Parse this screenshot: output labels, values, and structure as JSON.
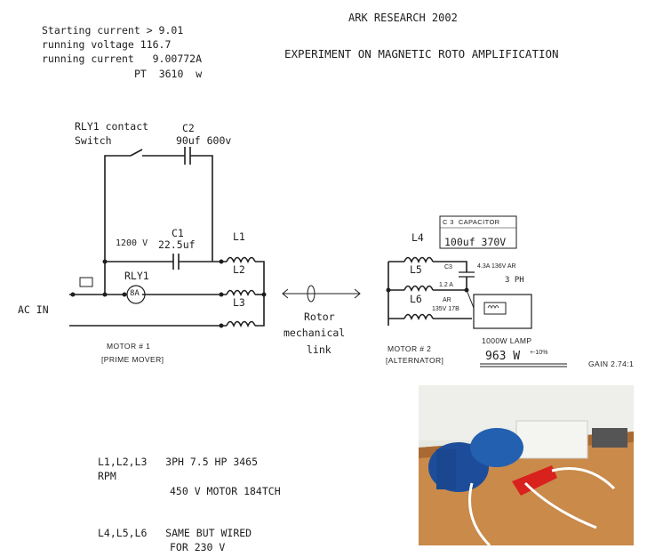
{
  "header": {
    "starting_current": "Starting current > 9.01",
    "running_voltage": "running voltage 116.7",
    "running_current": "running current   9.00772A",
    "pt": "PT  3610  w",
    "org": "ARK RESEARCH 2002",
    "title": "EXPERIMENT ON MAGNETIC ROTO AMPLIFICATION"
  },
  "circuit_left": {
    "rly_contact": "RLY1 contact",
    "switch": "Switch",
    "c2_name": "C2",
    "c2_value": "90uf 600v",
    "c1_name": "C1",
    "c1_voltage": "1200 V",
    "c1_value": "22.5uf",
    "l1": "L1",
    "l2": "L2",
    "l3": "L3",
    "rly1": "RLY1",
    "fuse": "8A",
    "ac_in": "AC IN",
    "motor1": "MOTOR # 1",
    "motor1_sub": "[PRIME MOVER]"
  },
  "link": {
    "line1": "Rotor",
    "line2": "mechanical",
    "line3": "link"
  },
  "circuit_right": {
    "c3_box_title": "C 3  CAPACITOR",
    "c3_box_value": "100uf 370V",
    "l4": "L4",
    "l5": "L5",
    "l6": "L6",
    "c3": "C3",
    "spec1": "4.3A 136V AR",
    "spec2": "3 PH",
    "spec3": "1.2 A",
    "spec4": "AR",
    "spec5": "135V 17B",
    "motor2": "MOTOR # 2",
    "motor2_sub": "[ALTERNATOR]",
    "lamp": "1000W LAMP",
    "lamp_reading": "963 W",
    "lamp_tol": "+-10%",
    "gain": "GAIN 2.74:1"
  },
  "notes": {
    "n1a": "L1,L2,L3   3PH 7.5 HP 3465",
    "n1b": "RPM",
    "n1c": "450 V MOTOR 184TCH",
    "n2a": "L4,L5,L6   SAME BUT WIRED",
    "n2b": "FOR 230 V"
  }
}
